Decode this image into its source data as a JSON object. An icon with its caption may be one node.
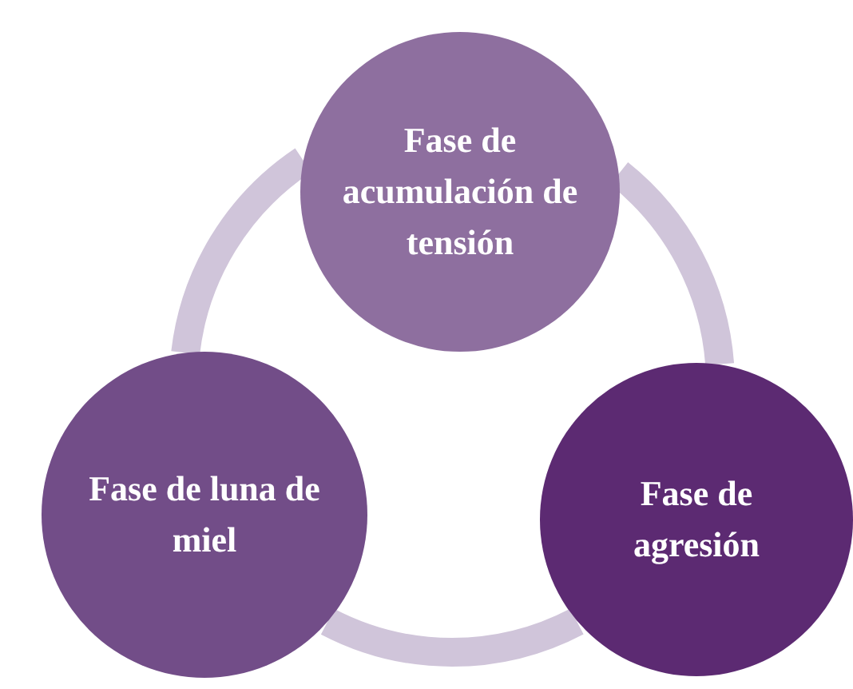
{
  "diagram": {
    "nodes": [
      {
        "text": [
          "Fase de acumulación de tensión"
        ]
      },
      {
        "text": [
          "Fase de agresión"
        ]
      },
      {
        "text": [
          "Fase de luna de miel"
        ]
      }
    ],
    "edges": [
      {
        "from": 0,
        "to": 1,
        "arrow": "none"
      },
      {
        "from": 1,
        "to": 2,
        "arrow": "none"
      },
      {
        "from": 2,
        "to": 0,
        "arrow": "none"
      }
    ]
  }
}
